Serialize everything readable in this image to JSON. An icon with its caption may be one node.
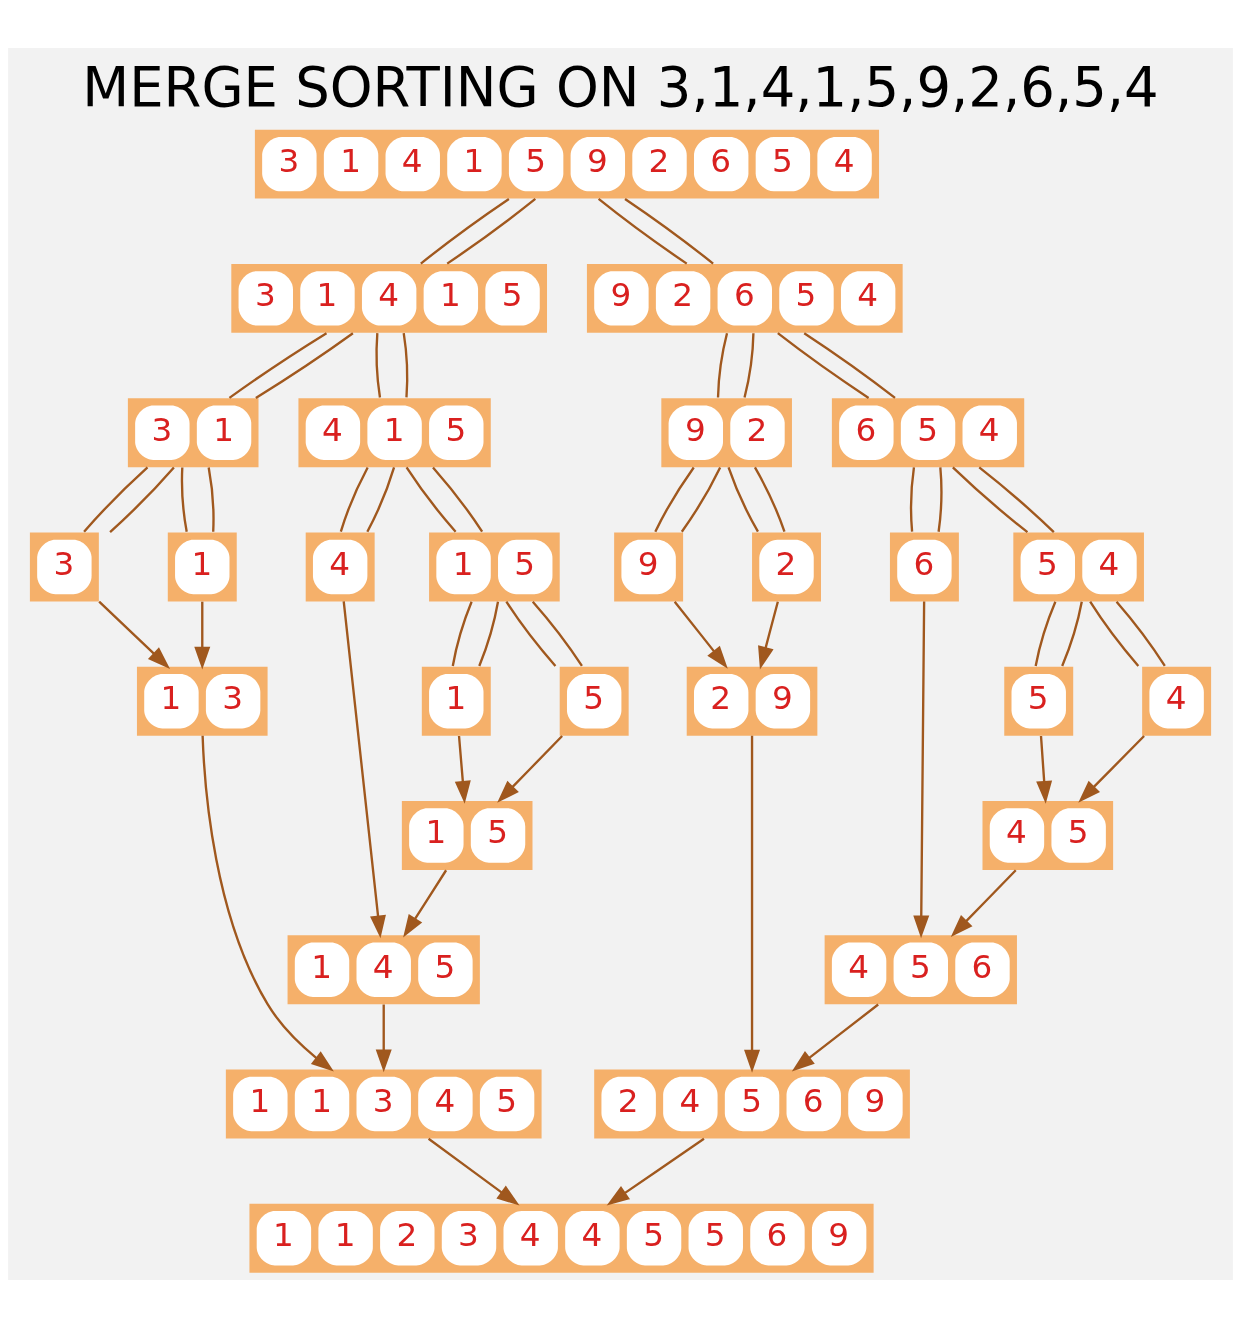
{
  "diagram": {
    "title": "MERGE SORTING ON 3,1,4,1,5,9,2,6,5,4",
    "nodes": [
      {
        "text": [
          "3",
          "1",
          "4",
          "1",
          "5",
          "9",
          "2",
          "6",
          "5",
          "4"
        ]
      },
      {
        "text": [
          "3",
          "1",
          "4",
          "1",
          "5"
        ]
      },
      {
        "text": [
          "9",
          "2",
          "6",
          "5",
          "4"
        ]
      },
      {
        "text": [
          "3",
          "1"
        ]
      },
      {
        "text": [
          "4",
          "1",
          "5"
        ]
      },
      {
        "text": [
          "9",
          "2"
        ]
      },
      {
        "text": [
          "6",
          "5",
          "4"
        ]
      },
      {
        "text": [
          "3"
        ]
      },
      {
        "text": [
          "1"
        ]
      },
      {
        "text": [
          "4"
        ]
      },
      {
        "text": [
          "1",
          "5"
        ]
      },
      {
        "text": [
          "9"
        ]
      },
      {
        "text": [
          "2"
        ]
      },
      {
        "text": [
          "6"
        ]
      },
      {
        "text": [
          "5",
          "4"
        ]
      },
      {
        "text": [
          "1",
          "3"
        ]
      },
      {
        "text": [
          "1"
        ]
      },
      {
        "text": [
          "5"
        ]
      },
      {
        "text": [
          "2",
          "9"
        ]
      },
      {
        "text": [
          "5"
        ]
      },
      {
        "text": [
          "4"
        ]
      },
      {
        "text": [
          "1",
          "5"
        ]
      },
      {
        "text": [
          "4",
          "5"
        ]
      },
      {
        "text": [
          "1",
          "4",
          "5"
        ]
      },
      {
        "text": [
          "4",
          "5",
          "6"
        ]
      },
      {
        "text": [
          "1",
          "1",
          "3",
          "4",
          "5"
        ]
      },
      {
        "text": [
          "2",
          "4",
          "5",
          "6",
          "9"
        ]
      },
      {
        "text": [
          "1",
          "1",
          "2",
          "3",
          "4",
          "4",
          "5",
          "5",
          "6",
          "9"
        ]
      }
    ],
    "edges": [
      {
        "from": 0,
        "to": 1,
        "arrow": "none"
      },
      {
        "from": 0,
        "to": 1,
        "arrow": "none"
      },
      {
        "from": 0,
        "to": 2,
        "arrow": "none"
      },
      {
        "from": 0,
        "to": 2,
        "arrow": "none"
      },
      {
        "from": 1,
        "to": 3,
        "arrow": "none"
      },
      {
        "from": 1,
        "to": 3,
        "arrow": "none"
      },
      {
        "from": 1,
        "to": 4,
        "arrow": "none"
      },
      {
        "from": 1,
        "to": 4,
        "arrow": "none"
      },
      {
        "from": 2,
        "to": 5,
        "arrow": "none"
      },
      {
        "from": 2,
        "to": 5,
        "arrow": "none"
      },
      {
        "from": 2,
        "to": 6,
        "arrow": "none"
      },
      {
        "from": 2,
        "to": 6,
        "arrow": "none"
      },
      {
        "from": 3,
        "to": 7,
        "arrow": "none"
      },
      {
        "from": 3,
        "to": 7,
        "arrow": "none"
      },
      {
        "from": 3,
        "to": 8,
        "arrow": "none"
      },
      {
        "from": 3,
        "to": 8,
        "arrow": "none"
      },
      {
        "from": 4,
        "to": 9,
        "arrow": "none"
      },
      {
        "from": 4,
        "to": 9,
        "arrow": "none"
      },
      {
        "from": 4,
        "to": 10,
        "arrow": "none"
      },
      {
        "from": 4,
        "to": 10,
        "arrow": "none"
      },
      {
        "from": 5,
        "to": 11,
        "arrow": "none"
      },
      {
        "from": 5,
        "to": 11,
        "arrow": "none"
      },
      {
        "from": 5,
        "to": 12,
        "arrow": "none"
      },
      {
        "from": 5,
        "to": 12,
        "arrow": "none"
      },
      {
        "from": 6,
        "to": 13,
        "arrow": "none"
      },
      {
        "from": 6,
        "to": 13,
        "arrow": "none"
      },
      {
        "from": 6,
        "to": 14,
        "arrow": "none"
      },
      {
        "from": 6,
        "to": 14,
        "arrow": "none"
      },
      {
        "from": 10,
        "to": 16,
        "arrow": "none"
      },
      {
        "from": 10,
        "to": 16,
        "arrow": "none"
      },
      {
        "from": 10,
        "to": 17,
        "arrow": "none"
      },
      {
        "from": 10,
        "to": 17,
        "arrow": "none"
      },
      {
        "from": 14,
        "to": 19,
        "arrow": "none"
      },
      {
        "from": 14,
        "to": 19,
        "arrow": "none"
      },
      {
        "from": 14,
        "to": 20,
        "arrow": "none"
      },
      {
        "from": 14,
        "to": 20,
        "arrow": "none"
      },
      {
        "from": 7,
        "to": 15,
        "arrow": "to"
      },
      {
        "from": 8,
        "to": 15,
        "arrow": "to"
      },
      {
        "from": 16,
        "to": 21,
        "arrow": "to"
      },
      {
        "from": 17,
        "to": 21,
        "arrow": "to"
      },
      {
        "from": 11,
        "to": 18,
        "arrow": "to"
      },
      {
        "from": 12,
        "to": 18,
        "arrow": "to"
      },
      {
        "from": 19,
        "to": 22,
        "arrow": "to"
      },
      {
        "from": 20,
        "to": 22,
        "arrow": "to"
      },
      {
        "from": 9,
        "to": 23,
        "arrow": "to"
      },
      {
        "from": 21,
        "to": 23,
        "arrow": "to"
      },
      {
        "from": 13,
        "to": 24,
        "arrow": "to"
      },
      {
        "from": 22,
        "to": 24,
        "arrow": "to"
      },
      {
        "from": 15,
        "to": 25,
        "arrow": "to"
      },
      {
        "from": 23,
        "to": 25,
        "arrow": "to"
      },
      {
        "from": 18,
        "to": 26,
        "arrow": "to"
      },
      {
        "from": 24,
        "to": 26,
        "arrow": "to"
      },
      {
        "from": 25,
        "to": 27,
        "arrow": "to"
      },
      {
        "from": 26,
        "to": 27,
        "arrow": "to"
      }
    ]
  }
}
